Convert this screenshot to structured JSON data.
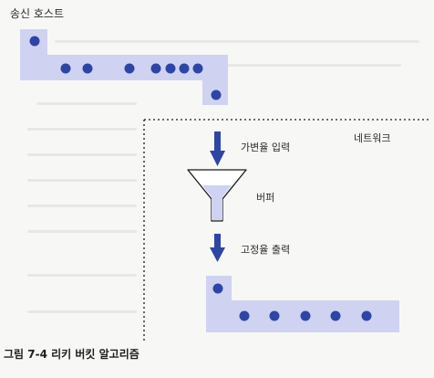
{
  "labels": {
    "sending_host": "송신 호스트",
    "network": "네트워크",
    "variable_input": "가변율 입력",
    "buffer": "버퍼",
    "fixed_output": "고정율 출력"
  },
  "caption": "그림 7-4  리키 버킷 알고리즘",
  "colors": {
    "pipe": "#cfd3f1",
    "packet": "#2f45a5",
    "arrow": "#2f45a5",
    "funnel": "#cfd3f1",
    "border": "#1a1a1a"
  },
  "icons": [
    "arrow-down-icon",
    "funnel-icon"
  ]
}
